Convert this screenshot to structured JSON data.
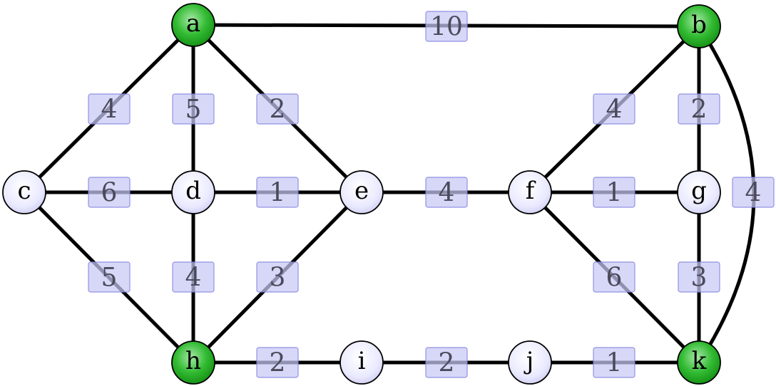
{
  "graph": {
    "colors": {
      "highlighted_node": "#1fae1f",
      "normal_node": "#dcdcf6",
      "edge": "#000000",
      "weight_box_fill": "#c8c8f5",
      "weight_box_stroke": "#8282e1",
      "weight_text": "#4a4a5a"
    },
    "nodes": [
      {
        "id": "a",
        "label": "a",
        "highlighted": true
      },
      {
        "id": "b",
        "label": "b",
        "highlighted": true
      },
      {
        "id": "c",
        "label": "c",
        "highlighted": false
      },
      {
        "id": "d",
        "label": "d",
        "highlighted": false
      },
      {
        "id": "e",
        "label": "e",
        "highlighted": false
      },
      {
        "id": "f",
        "label": "f",
        "highlighted": false
      },
      {
        "id": "g",
        "label": "g",
        "highlighted": false
      },
      {
        "id": "h",
        "label": "h",
        "highlighted": true
      },
      {
        "id": "i",
        "label": "i",
        "highlighted": false
      },
      {
        "id": "j",
        "label": "j",
        "highlighted": false
      },
      {
        "id": "k",
        "label": "k",
        "highlighted": true
      }
    ],
    "edges": [
      {
        "from": "a",
        "to": "b",
        "weight": "10"
      },
      {
        "from": "a",
        "to": "c",
        "weight": "4"
      },
      {
        "from": "a",
        "to": "d",
        "weight": "5"
      },
      {
        "from": "a",
        "to": "e",
        "weight": "2"
      },
      {
        "from": "c",
        "to": "d",
        "weight": "6"
      },
      {
        "from": "d",
        "to": "e",
        "weight": "1"
      },
      {
        "from": "c",
        "to": "h",
        "weight": "5"
      },
      {
        "from": "d",
        "to": "h",
        "weight": "4"
      },
      {
        "from": "e",
        "to": "h",
        "weight": "3"
      },
      {
        "from": "e",
        "to": "f",
        "weight": "4"
      },
      {
        "from": "f",
        "to": "b",
        "weight": "4"
      },
      {
        "from": "f",
        "to": "g",
        "weight": "1"
      },
      {
        "from": "f",
        "to": "k",
        "weight": "6"
      },
      {
        "from": "b",
        "to": "g",
        "weight": "2"
      },
      {
        "from": "g",
        "to": "k",
        "weight": "3"
      },
      {
        "from": "b",
        "to": "k",
        "weight": "4"
      },
      {
        "from": "h",
        "to": "i",
        "weight": "2"
      },
      {
        "from": "i",
        "to": "j",
        "weight": "2"
      },
      {
        "from": "j",
        "to": "k",
        "weight": "1"
      }
    ]
  }
}
